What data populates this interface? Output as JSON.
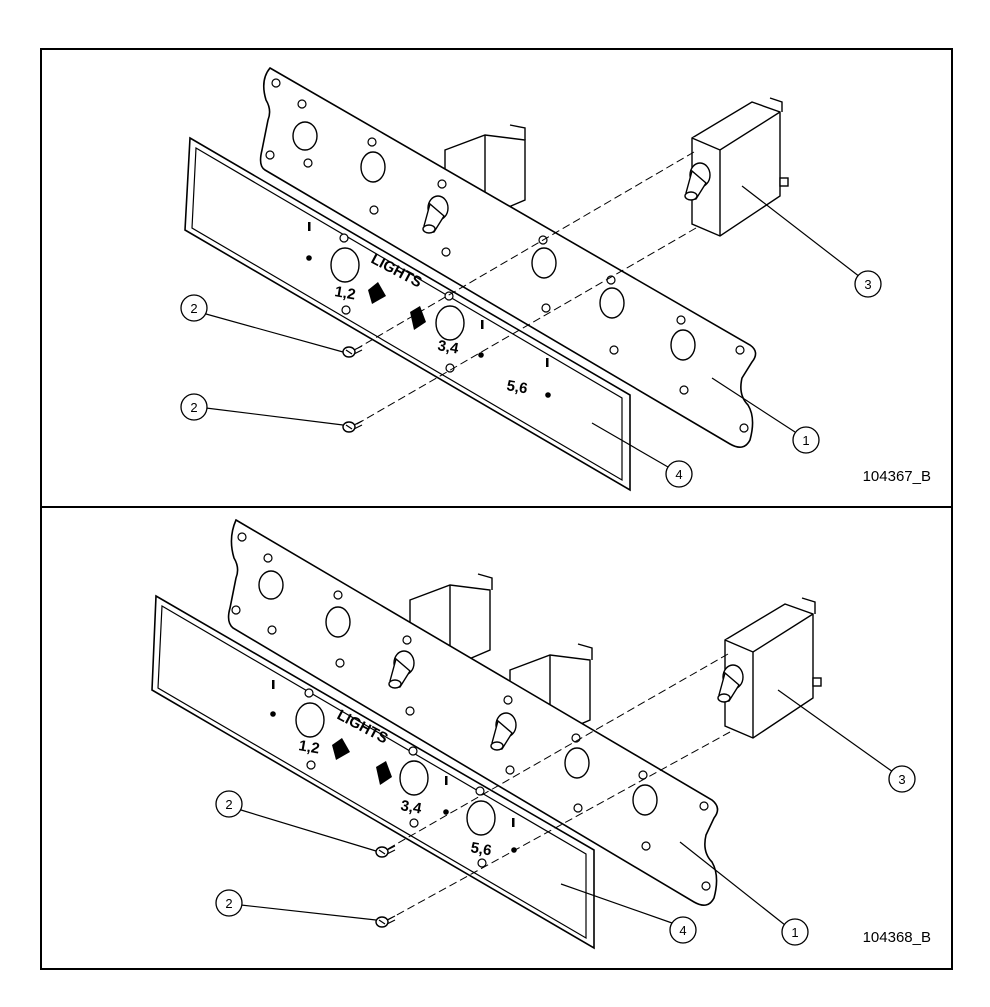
{
  "panels": [
    {
      "figure_number": "104367_B",
      "panel_label": "LIGHTS",
      "switch_labels": [
        "1,2",
        "3,4",
        "5,6"
      ],
      "callouts": [
        "1",
        "2",
        "2",
        "3",
        "4"
      ]
    },
    {
      "figure_number": "104368_B",
      "panel_label": "LIGHTS",
      "switch_labels": [
        "1,2",
        "3,4",
        "5,6"
      ],
      "callouts": [
        "1",
        "2",
        "2",
        "3",
        "4"
      ]
    }
  ]
}
